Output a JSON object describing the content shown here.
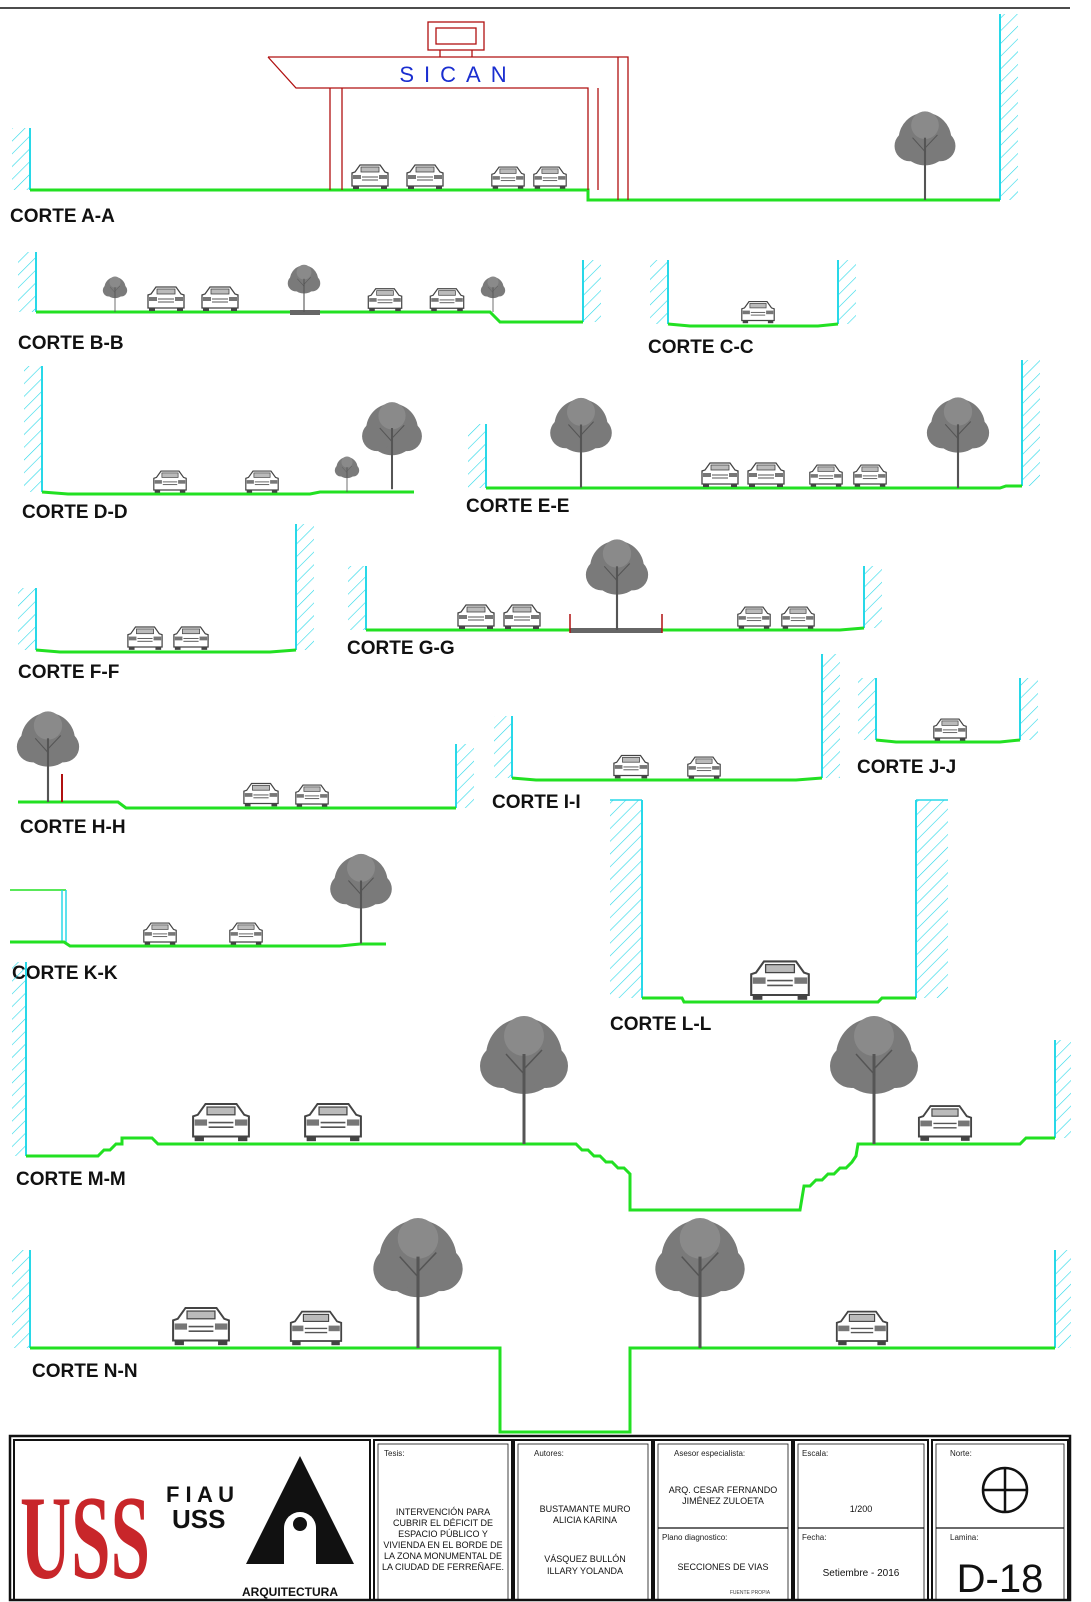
{
  "sign": {
    "text": "SICAN"
  },
  "sections": [
    {
      "label": "CORTE A-A"
    },
    {
      "label": "CORTE B-B"
    },
    {
      "label": "CORTE C-C"
    },
    {
      "label": "CORTE D-D"
    },
    {
      "label": "CORTE E-E"
    },
    {
      "label": "CORTE F-F"
    },
    {
      "label": "CORTE G-G"
    },
    {
      "label": "CORTE H-H"
    },
    {
      "label": "CORTE I-I"
    },
    {
      "label": "CORTE J-J"
    },
    {
      "label": "CORTE K-K"
    },
    {
      "label": "CORTE L-L"
    },
    {
      "label": "CORTE M-M"
    },
    {
      "label": "CORTE N-N"
    }
  ],
  "title_block": {
    "logo": {
      "mark": "USS",
      "fiau": "F I A U",
      "uss": "USS",
      "arquitectura": "ARQUITECTURA"
    },
    "tesis": {
      "label": "Tesis:",
      "lines": [
        "INTERVENCIÓN PARA",
        "CUBRIR EL DÉFICIT DE",
        "ESPACIO PÚBLICO Y",
        "VIVIENDA EN EL BORDE DE",
        "LA ZONA MONUMENTAL DE",
        "LA CIUDAD DE FERREÑAFE."
      ]
    },
    "autores": {
      "label": "Autores:",
      "line1": "BUSTAMANTE MURO",
      "line2": "ALICIA KARINA",
      "line3": "VÁSQUEZ BULLÓN",
      "line4": "ILLARY YOLANDA"
    },
    "asesor": {
      "label": "Asesor especialista:",
      "line1": "ARQ. CESAR FERNANDO",
      "line2": "JIMÉNEZ ZULOETA"
    },
    "plano": {
      "label": "Plano diagnostico:",
      "value": "SECCIONES DE VIAS",
      "fuente": "FUENTE PROPIA"
    },
    "escala": {
      "label": "Escala:",
      "value": "1/200"
    },
    "fecha": {
      "label": "Fecha:",
      "value": "Setiembre - 2016"
    },
    "norte": {
      "label": "Norte:"
    },
    "lamina": {
      "label": "Lamina:",
      "value": "D-18"
    }
  },
  "colors": {
    "ground": "#22e022",
    "wall": "#28d8e8",
    "structure": "#b01010",
    "tree": "#7a7a7a",
    "sign": "#1a2ed0"
  }
}
